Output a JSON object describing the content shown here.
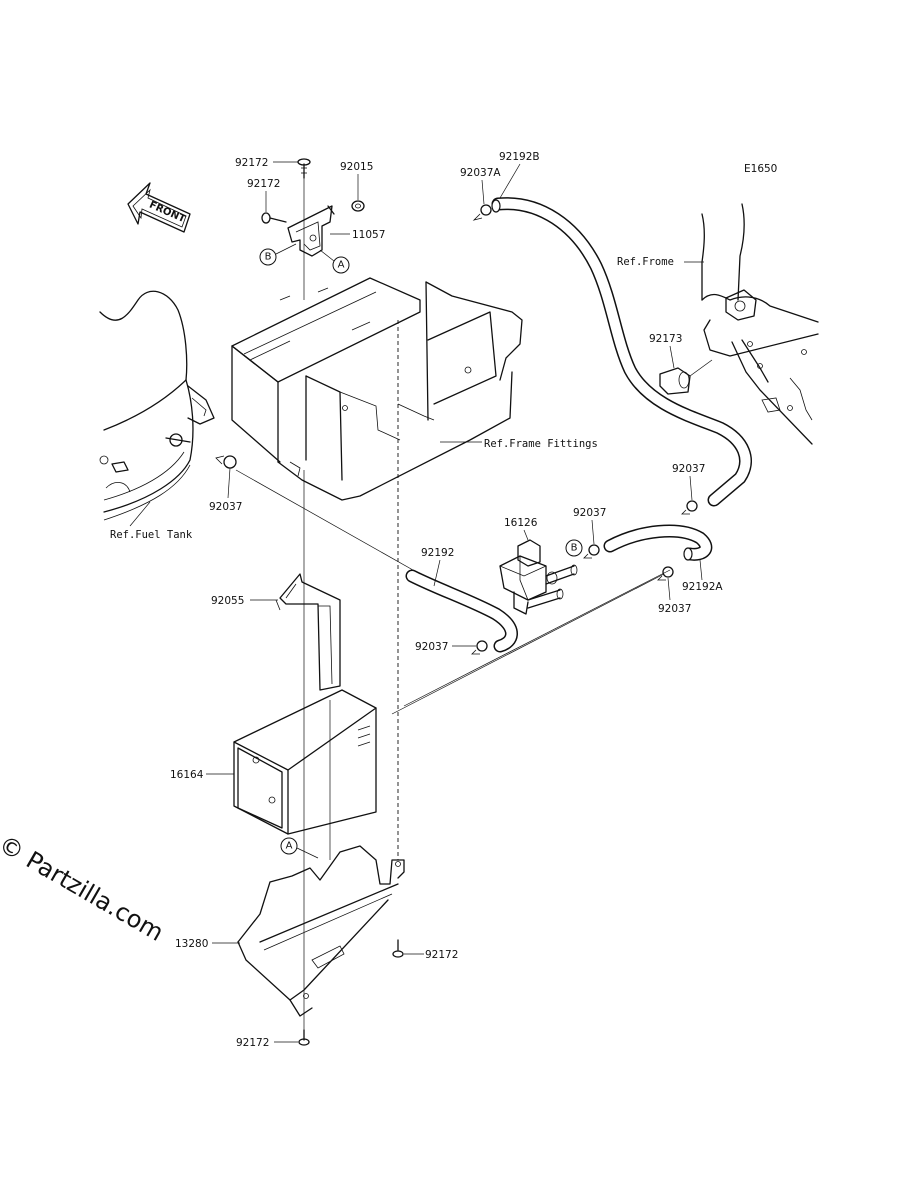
{
  "diagram_code": "E1650",
  "watermark": "© Partzilla.com",
  "front_arrow": "FRONT",
  "callouts": {
    "A": "A",
    "B": "B"
  },
  "parts": {
    "p92172_top": "92172",
    "p92172_second": "92172",
    "p92015": "92015",
    "p11057": "11057",
    "p92037A": "92037A",
    "p92192B": "92192B",
    "p92173": "92173",
    "p92037_left": "92037",
    "p92037_right_upper": "92037",
    "p16126": "16126",
    "p92037_valve": "92037",
    "p92192": "92192",
    "p92192A": "92192A",
    "p92037_right_lower": "92037",
    "p92055": "92055",
    "p92037_bottom": "92037",
    "p16164": "16164",
    "p13280": "13280",
    "p92172_bracket_right": "92172",
    "p92172_bottom": "92172"
  },
  "references": {
    "frame": "Ref.Frome",
    "frame_fittings": "Ref.Frame Fittings",
    "fuel_tank": "Ref.Fuel Tank"
  }
}
